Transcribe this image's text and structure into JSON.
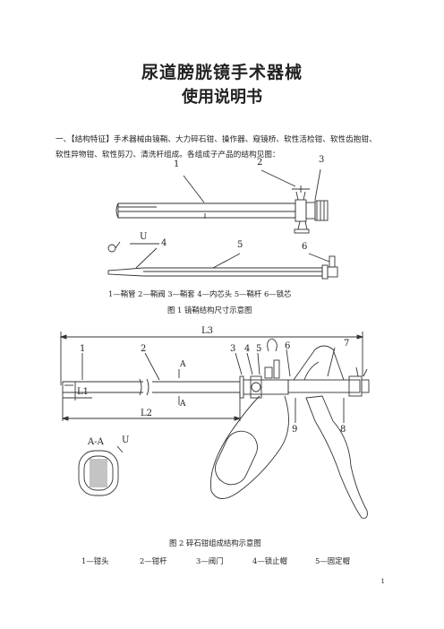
{
  "doc": {
    "title_line1": "尿道膀胱镜手术器械",
    "title_line2": "使用说明书",
    "intro_line1": "一、【结构特征】手术器械由镜鞘、大力碎石钳、操作器、窥镜桥、软性活检钳、软性齿抱钳、",
    "intro_line2": "软性异物钳、软性剪刀、清洗杆组成。各组成子产品的结构见图："
  },
  "figure1": {
    "numbers": [
      "1",
      "2",
      "3",
      "4",
      "5",
      "6"
    ],
    "section_mark": "U",
    "legend": "1—鞘管   2—鞘阀   3—鞘套   4—内芯头   5—鞘杆   6—锁芯",
    "caption": "图 1    镜鞘结构尺寸示意图"
  },
  "figure2": {
    "dims": {
      "l3": "L3",
      "l1": "L1",
      "l2": "L2"
    },
    "numbers": [
      "1",
      "2",
      "3",
      "4",
      "5",
      "6",
      "7",
      "8",
      "9"
    ],
    "section_letter": "A",
    "section_label": "A-A",
    "u_mark": "U",
    "caption": "图 2  碎石钳组成结构示意图",
    "legend": [
      "1—钳头",
      "2—钳杆",
      "3—阀门",
      "4—锁止帽",
      "5—固定帽"
    ]
  },
  "page_number": "1"
}
